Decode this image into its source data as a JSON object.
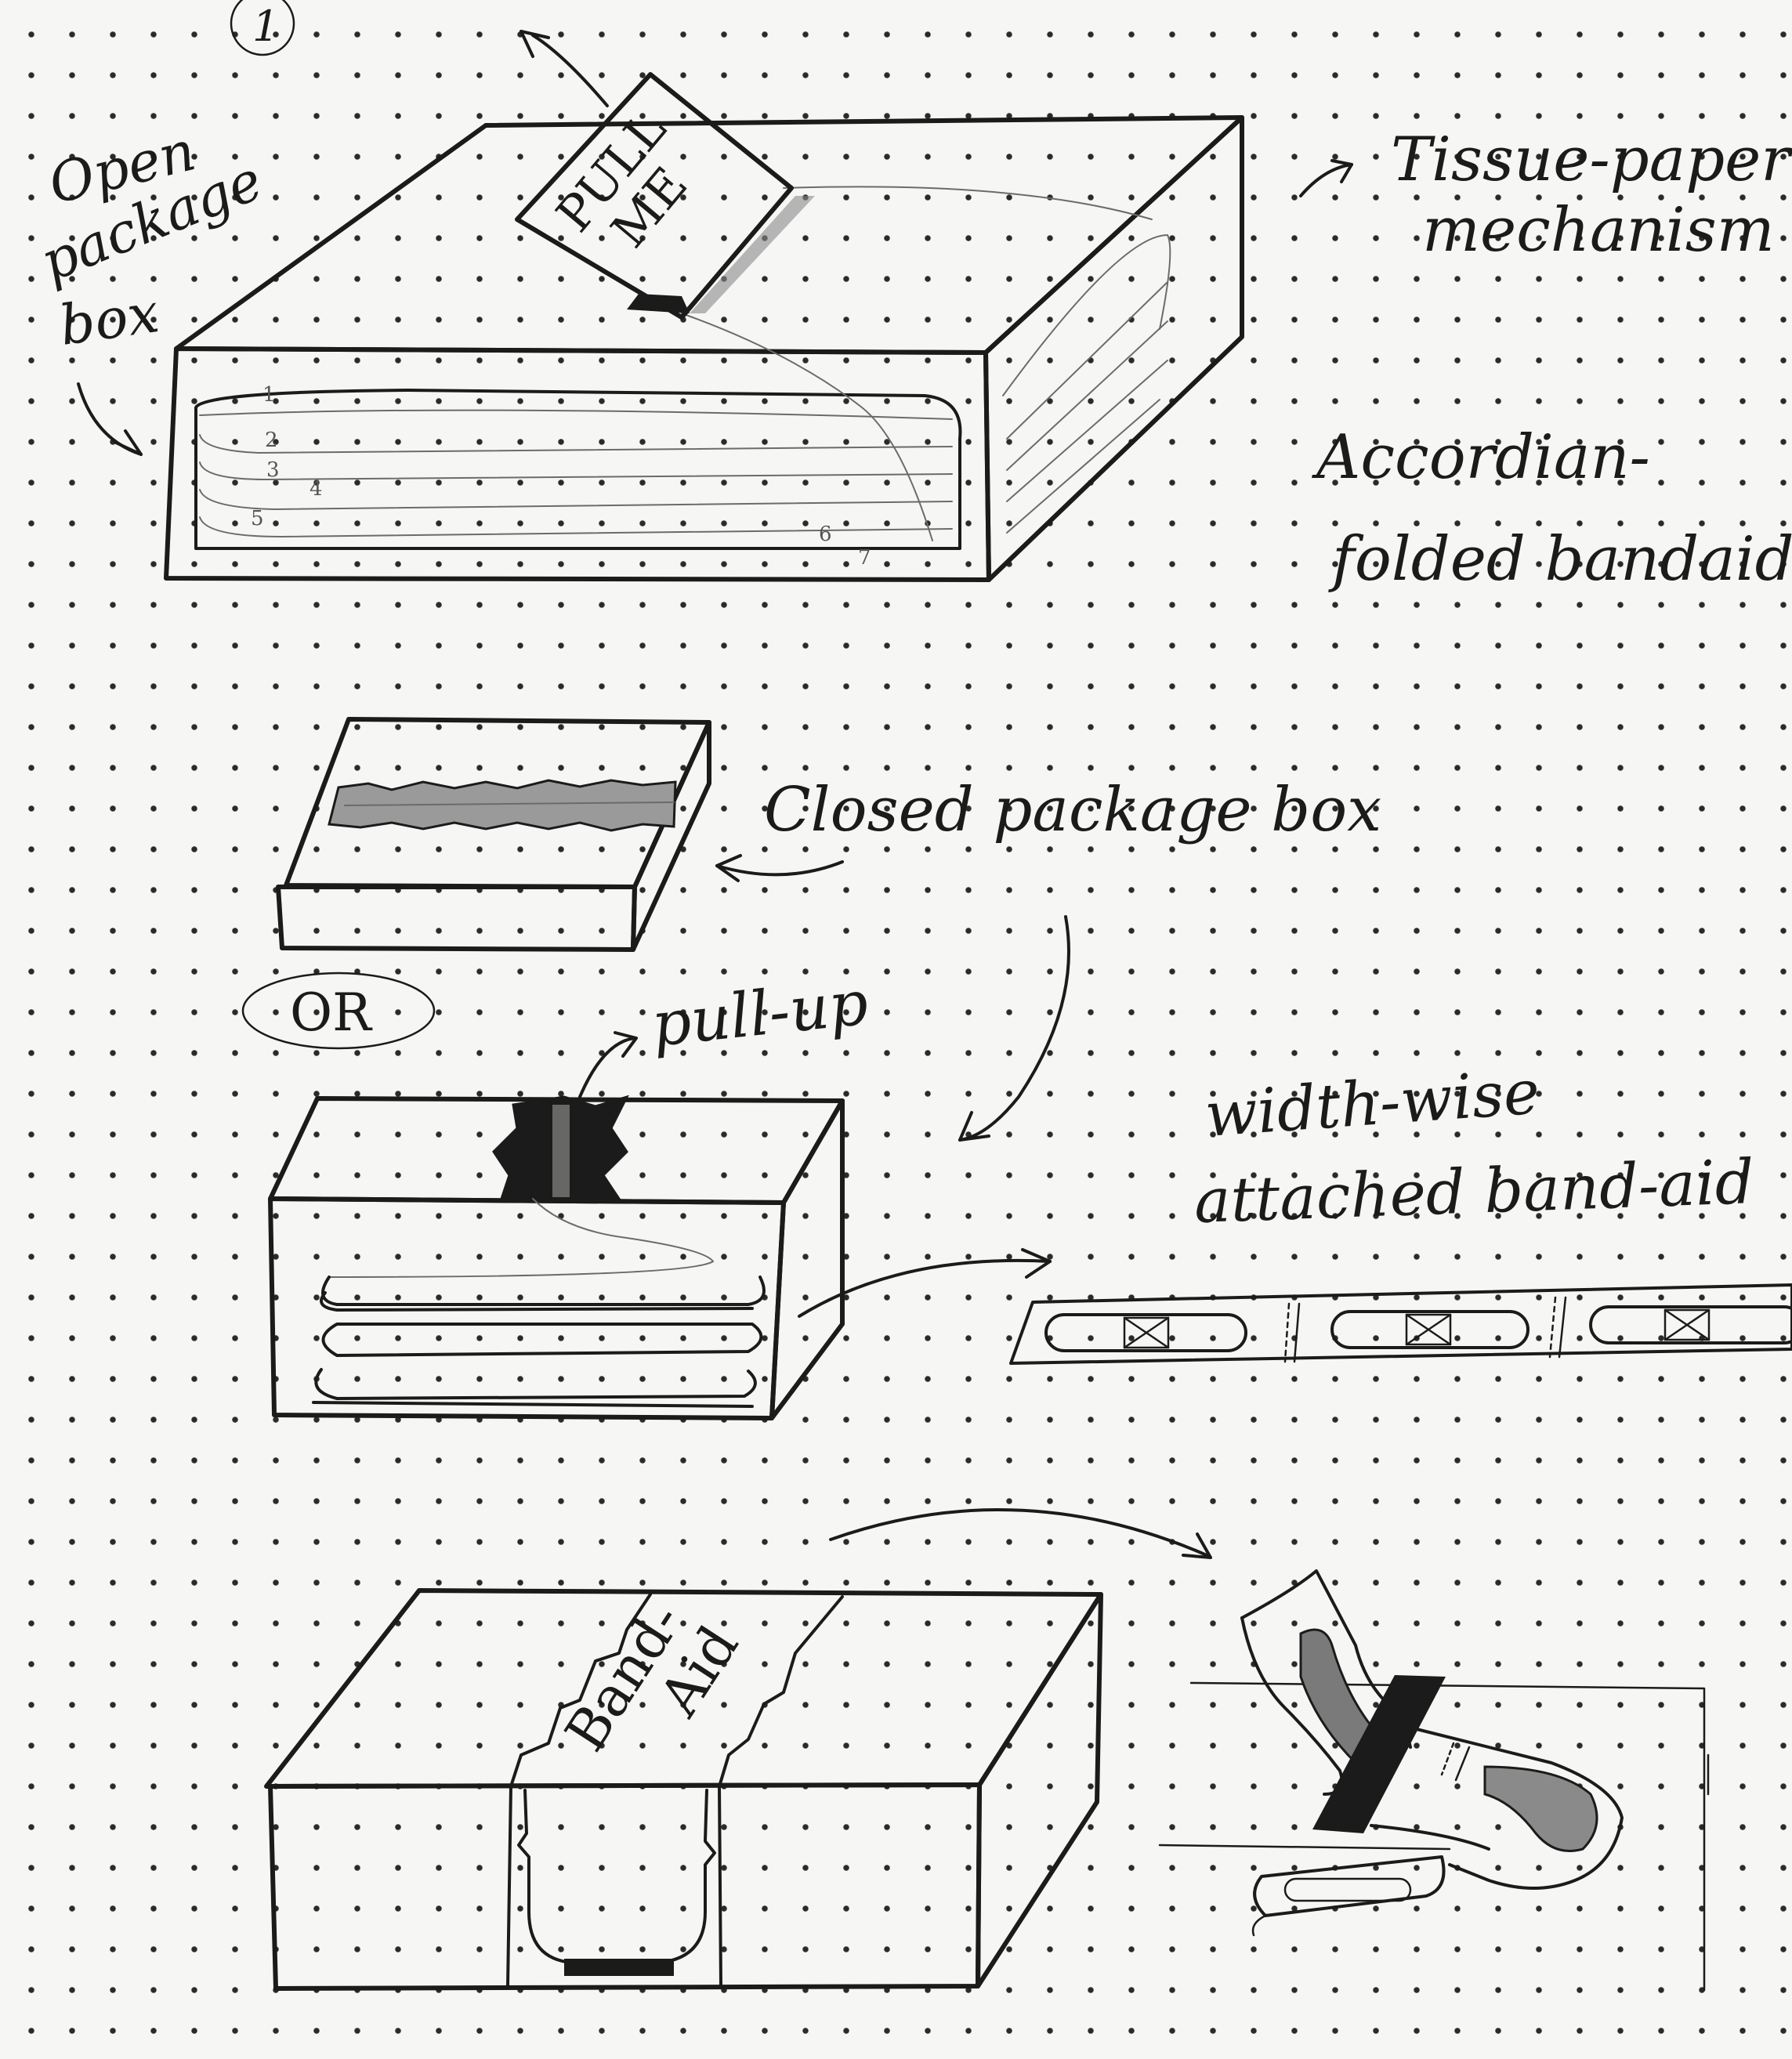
{
  "labels": {
    "sheet_number": "1",
    "open_box": [
      "Open",
      "package",
      "box"
    ],
    "pull_tab": [
      "PULL",
      "ME"
    ],
    "tissue": [
      "Tissue-paper",
      "mechanism"
    ],
    "accordion": [
      "Accordian-",
      "folded bandaid"
    ],
    "fold_numbers": [
      "1",
      "2",
      "3",
      "4",
      "5",
      "6",
      "7"
    ],
    "closed_box": "Closed package box",
    "or": "OR",
    "pull_up": "pull-up",
    "width_wise": [
      "width-wise",
      "attached band-aid"
    ],
    "band_aid_box": [
      "Band-",
      "Aid"
    ]
  },
  "colors": {
    "ink": "#1b1b1b",
    "paper": "#f6f6f4",
    "shade": "#8a8a8a"
  }
}
